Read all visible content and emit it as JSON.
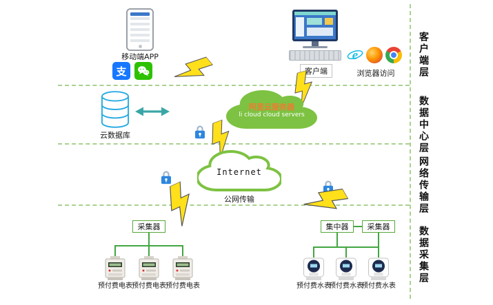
{
  "layer_labels": [
    "客户端层",
    "数据中心层",
    "网络传输层",
    "数据采集层"
  ],
  "client_layer": {
    "mobile_app": "移动端APP",
    "alipay_glyph": "支",
    "client": "客户端",
    "browser": "浏览器访问"
  },
  "data_center": {
    "cloud_db": "云数据库",
    "ali_cloud_cn": "阿里云服务器",
    "ali_cloud_en": "li cloud  cloud servers"
  },
  "network": {
    "internet": "Internet",
    "public_net": "公网传输"
  },
  "acquisition": {
    "collector_left": "采集器",
    "concentrator": "集中器",
    "collector_right": "采集器",
    "electric_meters": [
      "预付费电表",
      "预付费电表",
      "预付费电表"
    ],
    "water_meters": [
      "预付费水表",
      "预付费水表",
      "预付费水表"
    ]
  },
  "colors": {
    "cloud_green": "#7DC242",
    "line_green": "#41a641",
    "separator_green": "#A9D18E",
    "box_border_green": "#57a639",
    "lock_blue": "#2E86DE",
    "lightning_yellow": "#FFE01B",
    "ali_text_orange": "#ED7D31"
  }
}
